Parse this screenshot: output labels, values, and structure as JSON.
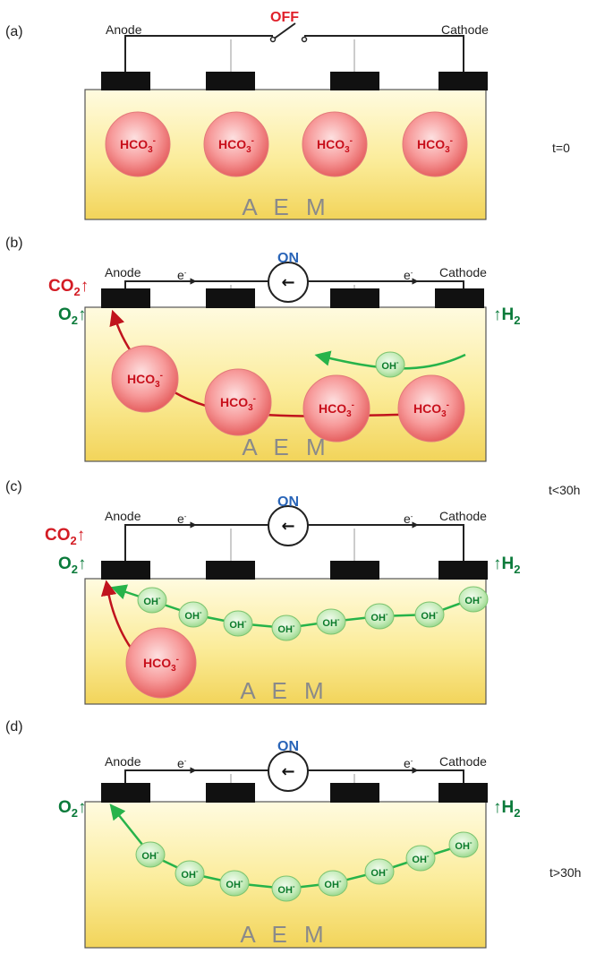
{
  "colors": {
    "membrane_top": "#fff8c8",
    "membrane_bottom": "#f3d75f",
    "electrode": "#111111",
    "hco3_fill": "#f06a6a",
    "hco3_text": "#c8101c",
    "oh_fill": "#bfe8b4",
    "oh_text": "#0a7a2a",
    "co2": "#d31c24",
    "o2_h2": "#0a7a3a",
    "on": "#2a65b8",
    "off": "#e0202a",
    "red_path": "#c0131d",
    "green_path": "#27b34a"
  },
  "labels": {
    "anode": "Anode",
    "cathode": "Cathode",
    "electron": "e",
    "electron_sup": "-",
    "aem": "A E M",
    "hco3_main": "HCO",
    "hco3_sub": "3",
    "hco3_sup": "-",
    "oh_main": "OH",
    "oh_sup": "-",
    "co2_main": "CO",
    "o2_main": "O",
    "h2_main": "H",
    "gas_sub": "2",
    "up_arrow": "↑",
    "switch_arrow": "←"
  },
  "panels": [
    {
      "id": "a",
      "label": "(a)",
      "state": "OFF",
      "time": "t=0"
    },
    {
      "id": "b",
      "label": "(b)",
      "state": "ON",
      "time": ""
    },
    {
      "id": "c",
      "label": "(c)",
      "state": "ON",
      "time": "t<30h"
    },
    {
      "id": "d",
      "label": "(d)",
      "state": "ON",
      "time": "t>30h"
    }
  ]
}
